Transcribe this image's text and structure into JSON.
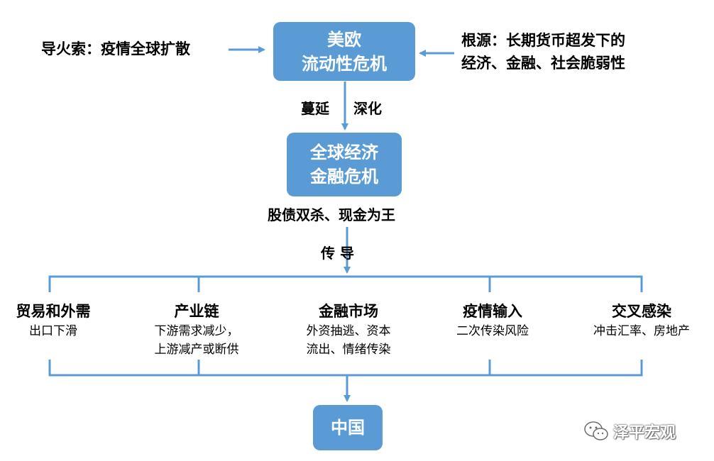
{
  "top_box": {
    "line1": "美欧",
    "line2": "流动性危机"
  },
  "left_note": {
    "text": "导火索：疫情全球扩散"
  },
  "right_note": {
    "line1": "根源：长期货币超发下的",
    "line2": "经济、金融、社会脆弱性"
  },
  "link1": {
    "left": "蔓延",
    "right": "深化"
  },
  "middle_box": {
    "line1": "全球经济",
    "line2": "金融危机"
  },
  "middle_caption": "股债双杀、现金为王",
  "link2": {
    "label": "传 导"
  },
  "channels": [
    {
      "title": "贸易和外需",
      "desc1": "出口下滑",
      "desc2": ""
    },
    {
      "title": "产业链",
      "desc1": "下游需求减少，",
      "desc2": "上游减产或断供"
    },
    {
      "title": "金融市场",
      "desc1": "外资抽逃、资本",
      "desc2": "流出、情绪传染"
    },
    {
      "title": "疫情输入",
      "desc1": "二次传染风险",
      "desc2": ""
    },
    {
      "title": "交叉感染",
      "desc1": "冲击汇率、房地产",
      "desc2": ""
    }
  ],
  "bottom_box": {
    "label": "中国"
  },
  "watermark": {
    "text": "泽平宏观",
    "icon": "wechat-icon"
  },
  "colors": {
    "box_fill": "#5b9bd5",
    "arrow": "#5b9bd5",
    "box_text": "#ffffff"
  }
}
